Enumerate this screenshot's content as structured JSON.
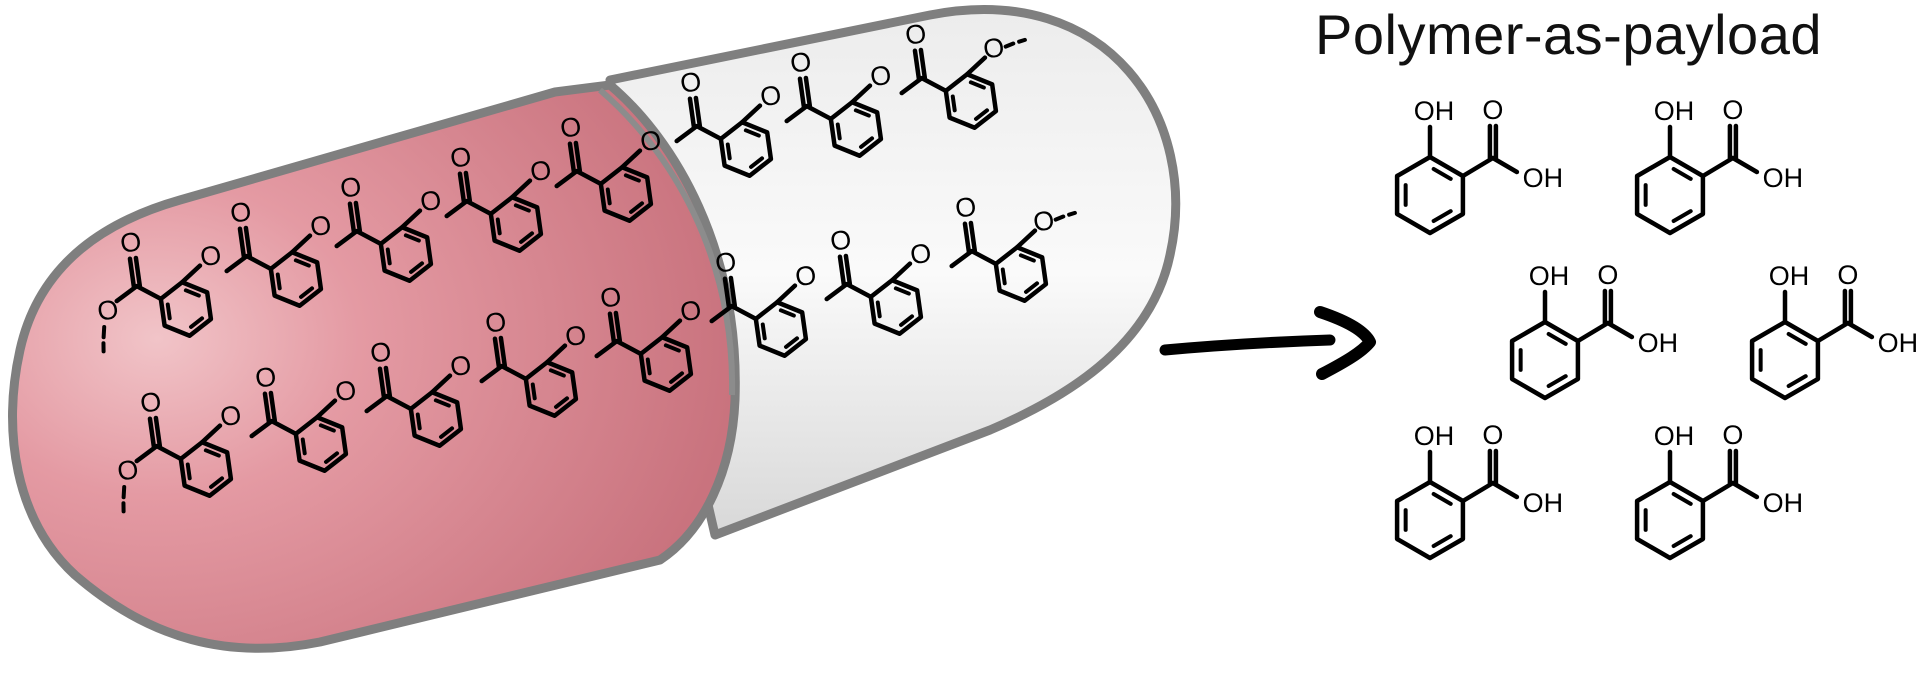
{
  "title": "Polymer-as-payload",
  "atom_labels": {
    "oxygen": "O",
    "hydroxyl": "OH"
  },
  "colors": {
    "capsule_fill": "#d9808a",
    "capsule_outline": "#808080",
    "ink": "#000000"
  },
  "capsule": {
    "left_half": "filled",
    "right_half": "clear",
    "contents": "poly(salicylate) chains"
  },
  "arrow_icon": "right-arrow",
  "released_monomers": {
    "name_shown": "",
    "count": 6
  }
}
